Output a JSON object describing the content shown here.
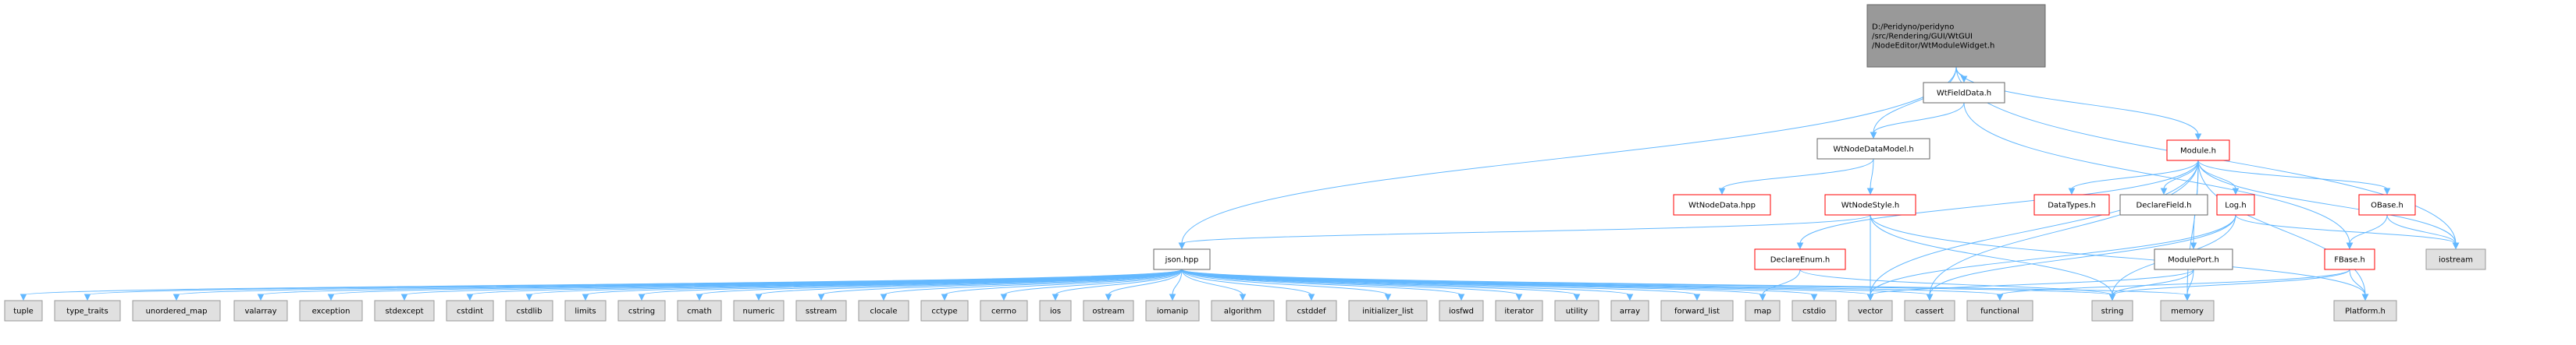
{
  "style": {
    "edge_color": "#63b8ff",
    "root_fill": "#999999",
    "root_border": "#666666",
    "normal_fill": "#ffffff",
    "normal_border": "#666666",
    "red_border": "#ff0000",
    "leaf_fill": "#e0e0e0",
    "leaf_border": "#999999"
  },
  "nodes": [
    {
      "id": "root",
      "lines": [
        "D:/Peridyno/peridyno",
        "/src/Rendering/GUI/WtGUI",
        "/NodeEditor/WtModuleWidget.h"
      ],
      "kind": "root"
    },
    {
      "id": "wtfielddata",
      "lines": [
        "WtFieldData.h"
      ],
      "kind": "normal"
    },
    {
      "id": "wtnodedatamodel",
      "lines": [
        "WtNodeDataModel.h"
      ],
      "kind": "normal"
    },
    {
      "id": "module",
      "lines": [
        "Module.h"
      ],
      "kind": "red"
    },
    {
      "id": "wtnodedatahpp",
      "lines": [
        "WtNodeData.hpp"
      ],
      "kind": "red"
    },
    {
      "id": "wtnodestyle",
      "lines": [
        "WtNodeStyle.h"
      ],
      "kind": "red"
    },
    {
      "id": "datatypes",
      "lines": [
        "DataTypes.h"
      ],
      "kind": "red"
    },
    {
      "id": "declarefield",
      "lines": [
        "DeclareField.h"
      ],
      "kind": "normal"
    },
    {
      "id": "log",
      "lines": [
        "Log.h"
      ],
      "kind": "red"
    },
    {
      "id": "obase",
      "lines": [
        "OBase.h"
      ],
      "kind": "red"
    },
    {
      "id": "iostream",
      "lines": [
        "iostream"
      ],
      "kind": "leaf"
    },
    {
      "id": "jsonhpp",
      "lines": [
        "json.hpp"
      ],
      "kind": "normal"
    },
    {
      "id": "declareenum",
      "lines": [
        "DeclareEnum.h"
      ],
      "kind": "red"
    },
    {
      "id": "moduleport",
      "lines": [
        "ModulePort.h"
      ],
      "kind": "normal"
    },
    {
      "id": "fbase",
      "lines": [
        "FBase.h"
      ],
      "kind": "red"
    },
    {
      "id": "tuple",
      "lines": [
        "tuple"
      ],
      "kind": "leaf"
    },
    {
      "id": "type_traits",
      "lines": [
        "type_traits"
      ],
      "kind": "leaf"
    },
    {
      "id": "unordered_map",
      "lines": [
        "unordered_map"
      ],
      "kind": "leaf"
    },
    {
      "id": "valarray",
      "lines": [
        "valarray"
      ],
      "kind": "leaf"
    },
    {
      "id": "exception",
      "lines": [
        "exception"
      ],
      "kind": "leaf"
    },
    {
      "id": "stdexcept",
      "lines": [
        "stdexcept"
      ],
      "kind": "leaf"
    },
    {
      "id": "cstdint",
      "lines": [
        "cstdint"
      ],
      "kind": "leaf"
    },
    {
      "id": "cstdlib",
      "lines": [
        "cstdlib"
      ],
      "kind": "leaf"
    },
    {
      "id": "limits",
      "lines": [
        "limits"
      ],
      "kind": "leaf"
    },
    {
      "id": "cstring",
      "lines": [
        "cstring"
      ],
      "kind": "leaf"
    },
    {
      "id": "cmath",
      "lines": [
        "cmath"
      ],
      "kind": "leaf"
    },
    {
      "id": "numeric",
      "lines": [
        "numeric"
      ],
      "kind": "leaf"
    },
    {
      "id": "sstream",
      "lines": [
        "sstream"
      ],
      "kind": "leaf"
    },
    {
      "id": "clocale",
      "lines": [
        "clocale"
      ],
      "kind": "leaf"
    },
    {
      "id": "cctype",
      "lines": [
        "cctype"
      ],
      "kind": "leaf"
    },
    {
      "id": "cerrno",
      "lines": [
        "cerrno"
      ],
      "kind": "leaf"
    },
    {
      "id": "ios",
      "lines": [
        "ios"
      ],
      "kind": "leaf"
    },
    {
      "id": "ostream",
      "lines": [
        "ostream"
      ],
      "kind": "leaf"
    },
    {
      "id": "iomanip",
      "lines": [
        "iomanip"
      ],
      "kind": "leaf"
    },
    {
      "id": "algorithm",
      "lines": [
        "algorithm"
      ],
      "kind": "leaf"
    },
    {
      "id": "cstddef",
      "lines": [
        "cstddef"
      ],
      "kind": "leaf"
    },
    {
      "id": "initializer_list",
      "lines": [
        "initializer_list"
      ],
      "kind": "leaf"
    },
    {
      "id": "iosfwd",
      "lines": [
        "iosfwd"
      ],
      "kind": "leaf"
    },
    {
      "id": "iterator",
      "lines": [
        "iterator"
      ],
      "kind": "leaf"
    },
    {
      "id": "utility",
      "lines": [
        "utility"
      ],
      "kind": "leaf"
    },
    {
      "id": "array",
      "lines": [
        "array"
      ],
      "kind": "leaf"
    },
    {
      "id": "forward_list",
      "lines": [
        "forward_list"
      ],
      "kind": "leaf"
    },
    {
      "id": "map",
      "lines": [
        "map"
      ],
      "kind": "leaf"
    },
    {
      "id": "cstdio",
      "lines": [
        "cstdio"
      ],
      "kind": "leaf"
    },
    {
      "id": "vector",
      "lines": [
        "vector"
      ],
      "kind": "leaf"
    },
    {
      "id": "cassert",
      "lines": [
        "cassert"
      ],
      "kind": "leaf"
    },
    {
      "id": "functional",
      "lines": [
        "functional"
      ],
      "kind": "leaf"
    },
    {
      "id": "string",
      "lines": [
        "string"
      ],
      "kind": "leaf"
    },
    {
      "id": "memory",
      "lines": [
        "memory"
      ],
      "kind": "leaf"
    },
    {
      "id": "platform",
      "lines": [
        "Platform.h"
      ],
      "kind": "leaf"
    }
  ],
  "edges": [
    [
      "root",
      "wtfielddata"
    ],
    [
      "root",
      "wtnodedatamodel"
    ],
    [
      "root",
      "module"
    ],
    [
      "root",
      "jsonhpp"
    ],
    [
      "root",
      "iostream"
    ],
    [
      "wtfielddata",
      "wtnodedatamodel"
    ],
    [
      "wtfielddata",
      "fbase"
    ],
    [
      "wtnodedatamodel",
      "wtnodedatahpp"
    ],
    [
      "wtnodedatamodel",
      "wtnodestyle"
    ],
    [
      "wtnodestyle",
      "jsonhpp"
    ],
    [
      "wtnodestyle",
      "vector"
    ],
    [
      "wtnodestyle",
      "string"
    ],
    [
      "wtnodestyle",
      "platform"
    ],
    [
      "module",
      "datatypes"
    ],
    [
      "module",
      "declarefield"
    ],
    [
      "module",
      "log"
    ],
    [
      "module",
      "obase"
    ],
    [
      "module",
      "declareenum"
    ],
    [
      "module",
      "moduleport"
    ],
    [
      "module",
      "vector"
    ],
    [
      "module",
      "cassert"
    ],
    [
      "module",
      "iostream"
    ],
    [
      "module",
      "memory"
    ],
    [
      "module",
      "platform"
    ],
    [
      "log",
      "iostream"
    ],
    [
      "log",
      "string"
    ],
    [
      "log",
      "vector"
    ],
    [
      "log",
      "cassert"
    ],
    [
      "obase",
      "iostream"
    ],
    [
      "obase",
      "fbase"
    ],
    [
      "declareenum",
      "map"
    ],
    [
      "declareenum",
      "string"
    ],
    [
      "moduleport",
      "vector"
    ],
    [
      "moduleport",
      "string"
    ],
    [
      "moduleport",
      "memory"
    ],
    [
      "fbase",
      "functional"
    ],
    [
      "fbase",
      "string"
    ],
    [
      "fbase",
      "platform"
    ],
    [
      "jsonhpp",
      "tuple"
    ],
    [
      "jsonhpp",
      "type_traits"
    ],
    [
      "jsonhpp",
      "unordered_map"
    ],
    [
      "jsonhpp",
      "valarray"
    ],
    [
      "jsonhpp",
      "exception"
    ],
    [
      "jsonhpp",
      "stdexcept"
    ],
    [
      "jsonhpp",
      "cstdint"
    ],
    [
      "jsonhpp",
      "cstdlib"
    ],
    [
      "jsonhpp",
      "limits"
    ],
    [
      "jsonhpp",
      "cstring"
    ],
    [
      "jsonhpp",
      "cmath"
    ],
    [
      "jsonhpp",
      "numeric"
    ],
    [
      "jsonhpp",
      "sstream"
    ],
    [
      "jsonhpp",
      "clocale"
    ],
    [
      "jsonhpp",
      "cctype"
    ],
    [
      "jsonhpp",
      "cerrno"
    ],
    [
      "jsonhpp",
      "ios"
    ],
    [
      "jsonhpp",
      "ostream"
    ],
    [
      "jsonhpp",
      "iomanip"
    ],
    [
      "jsonhpp",
      "algorithm"
    ],
    [
      "jsonhpp",
      "cstddef"
    ],
    [
      "jsonhpp",
      "initializer_list"
    ],
    [
      "jsonhpp",
      "iosfwd"
    ],
    [
      "jsonhpp",
      "iterator"
    ],
    [
      "jsonhpp",
      "utility"
    ],
    [
      "jsonhpp",
      "array"
    ],
    [
      "jsonhpp",
      "forward_list"
    ],
    [
      "jsonhpp",
      "map"
    ],
    [
      "jsonhpp",
      "cstdio"
    ],
    [
      "jsonhpp",
      "vector"
    ],
    [
      "jsonhpp",
      "cassert"
    ],
    [
      "jsonhpp",
      "functional"
    ],
    [
      "jsonhpp",
      "string"
    ],
    [
      "jsonhpp",
      "memory"
    ]
  ]
}
